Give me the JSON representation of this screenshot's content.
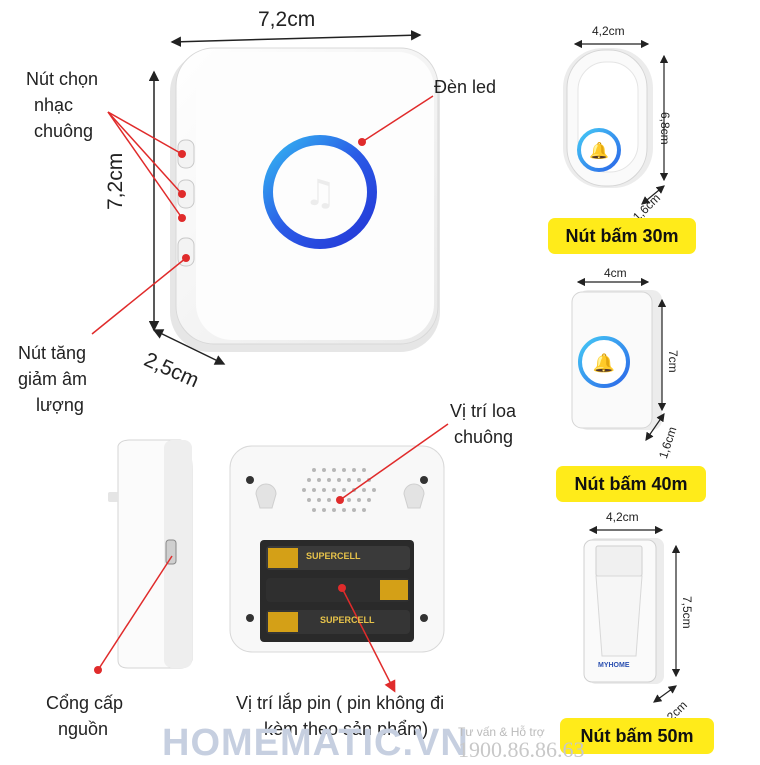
{
  "dimensions": {
    "main_width": "7,2cm",
    "main_height": "7,2cm",
    "main_depth": "2,5cm",
    "b30_width": "4,2cm",
    "b30_height": "6,8cm",
    "b30_depth": "1,6cm",
    "b40_width": "4cm",
    "b40_height": "7cm",
    "b40_depth": "1,6cm",
    "b50_width": "4,2cm",
    "b50_height": "7,5cm",
    "b50_depth": "2cm"
  },
  "labels": {
    "ringtone_button": [
      "Nút chọn",
      "nhạc",
      "chuông"
    ],
    "volume_button": [
      "Nút tăng",
      "giảm âm",
      "lượng"
    ],
    "led": "Đèn led",
    "speaker": [
      "Vị trí loa",
      "chuông"
    ],
    "power_port": [
      "Cổng cấp",
      "nguồn"
    ],
    "battery": [
      "Vị trí lắp pin ( pin không đi",
      "kèm theo sản phẩm)"
    ]
  },
  "badges": {
    "b30": "Nút bấm 30m",
    "b40": "Nút bấm 40m",
    "b50": "Nút bấm 50m"
  },
  "battery_brand": "SUPERCELL",
  "button50_brand": "MYHOME",
  "watermark": {
    "brand": "HOMEMATIC.VN",
    "support": "Tư vấn & Hỗ trợ",
    "phone": "1900.86.86.63"
  },
  "colors": {
    "badge": "#ffeb1a",
    "pointer": "#e02b2b",
    "led_blue": "#2a48e0",
    "led_cyan": "#38b6f0"
  }
}
